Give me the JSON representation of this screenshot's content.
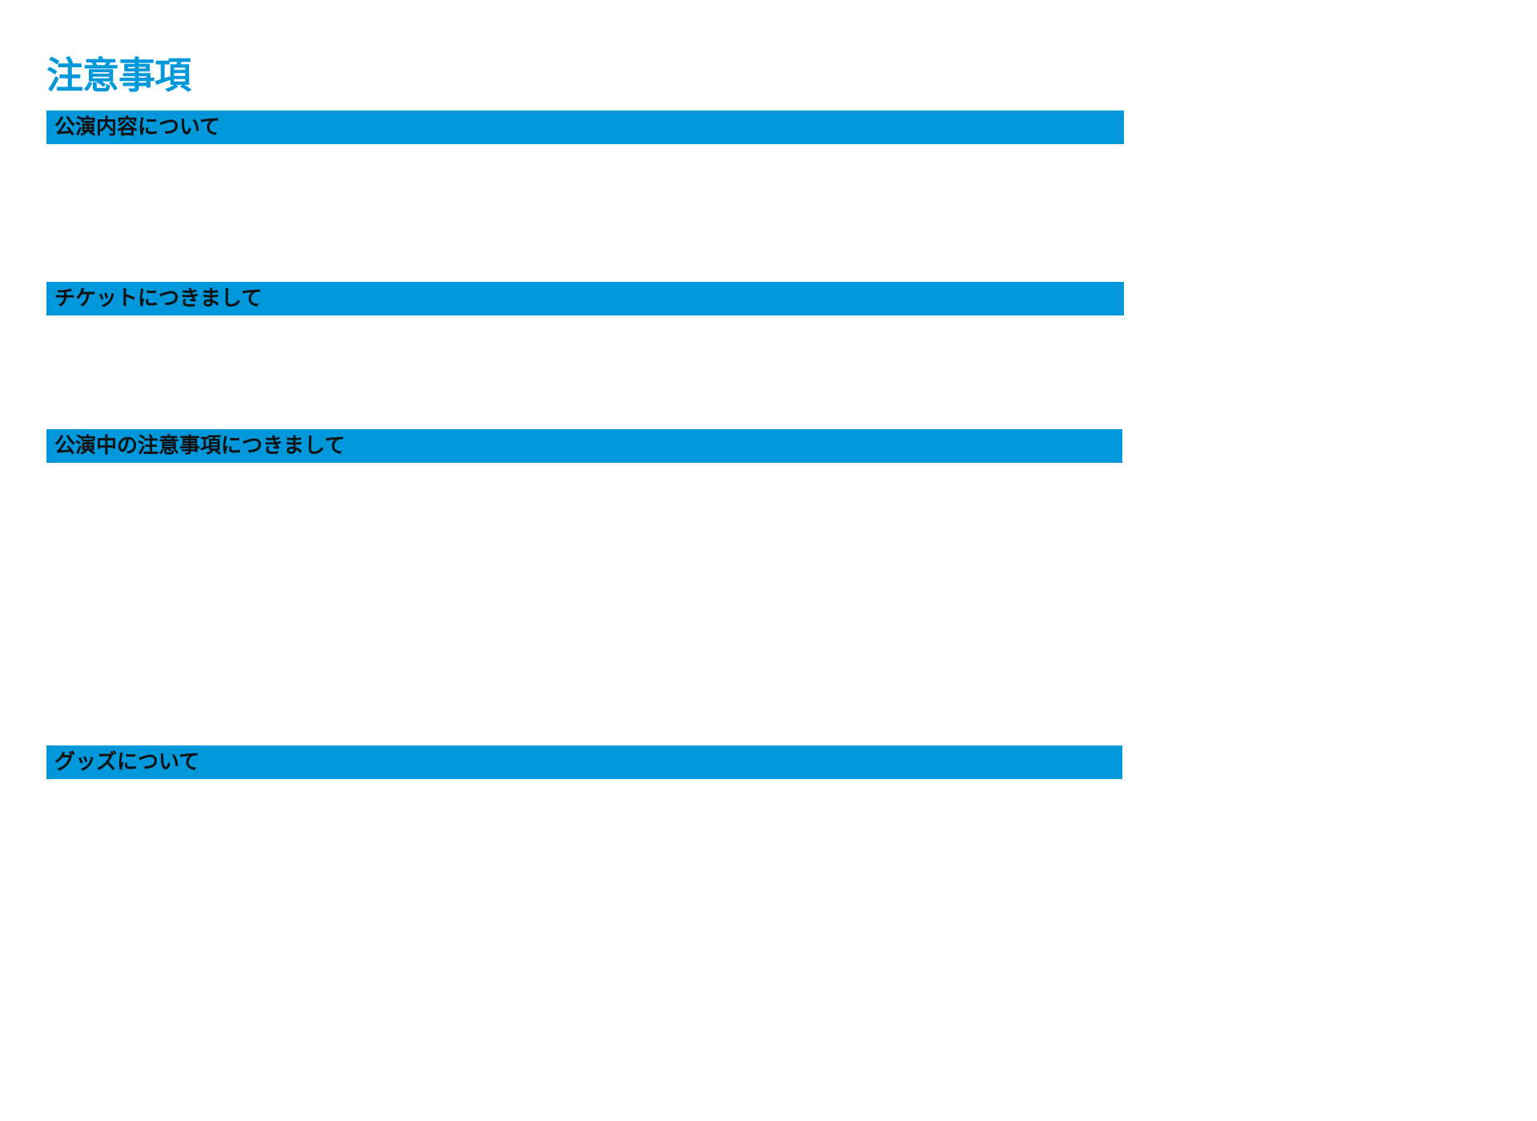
{
  "page": {
    "title": "注意事項",
    "accent_color": "#0098db"
  },
  "sections": [
    {
      "heading": "公演内容について"
    },
    {
      "heading": "チケットにつきまして"
    },
    {
      "heading": "公演中の注意事項につきまして"
    },
    {
      "heading": "グッズについて"
    }
  ]
}
